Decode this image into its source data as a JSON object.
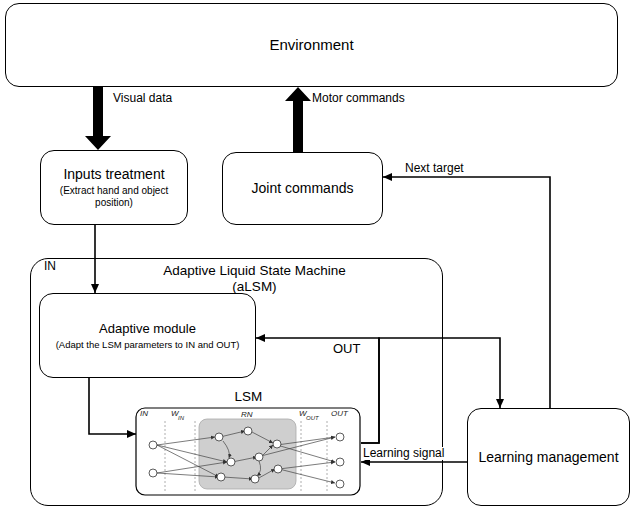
{
  "diagram": {
    "nodes": [
      {
        "text": [
          "Environment"
        ]
      },
      {
        "text": [
          "Inputs treatment",
          "(Extract hand and object position)"
        ]
      },
      {
        "text": [
          "Joint commands"
        ]
      },
      {
        "text": [
          "Adaptive Liquid State Machine (aLSM)"
        ]
      },
      {
        "text": [
          "Adaptive module",
          "(Adapt the LSM parameters to IN and OUT)"
        ],
        "in": 3
      },
      {
        "text": [
          "LSM"
        ],
        "in": 3
      },
      {
        "text": [
          "Learning management"
        ]
      }
    ],
    "edges": [
      {
        "from": 0,
        "to": 1,
        "arrow": "to",
        "label": "Visual data"
      },
      {
        "from": 2,
        "to": 0,
        "arrow": "to",
        "label": "Motor commands"
      },
      {
        "from": 6,
        "to": 2,
        "arrow": "to",
        "label": "Next target"
      },
      {
        "from": 1,
        "to": 4,
        "arrow": "to",
        "label": "IN"
      },
      {
        "from": 4,
        "to": 5,
        "arrow": "to"
      },
      {
        "from": 5,
        "to": 4,
        "arrow": "to",
        "label": "OUT"
      },
      {
        "from": 5,
        "to": 6,
        "arrow": "to"
      },
      {
        "from": 6,
        "to": 5,
        "arrow": "to",
        "label": "Learning signal"
      }
    ],
    "labels": [
      "IN",
      "W",
      "IN",
      "RN",
      "W",
      "OUT",
      "OUT"
    ]
  }
}
